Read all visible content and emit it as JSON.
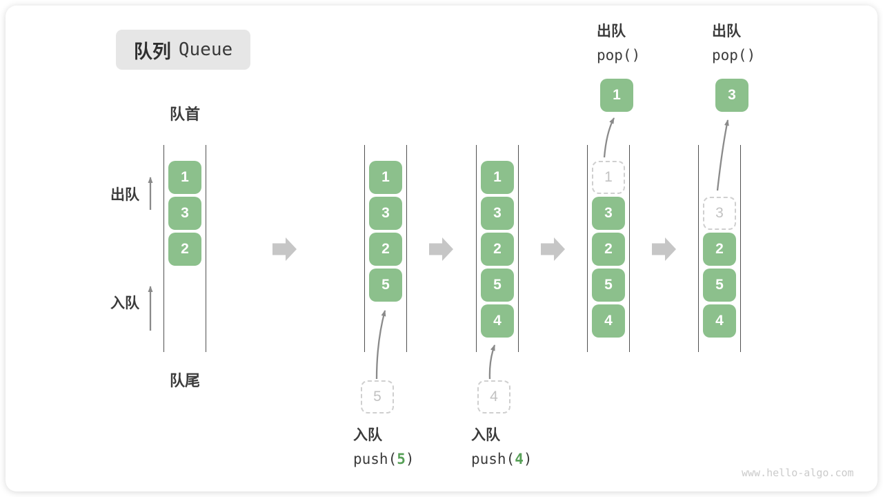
{
  "title": {
    "zh": "队列",
    "en": "Queue"
  },
  "labels": {
    "front": "队首",
    "rear": "队尾",
    "dequeue": "出队",
    "enqueue": "入队"
  },
  "columns": {
    "c1": {
      "cells": [
        "1",
        "3",
        "2"
      ]
    },
    "c2": {
      "cells": [
        "1",
        "3",
        "2",
        "5"
      ],
      "ghost": "5"
    },
    "c3": {
      "cells": [
        "1",
        "3",
        "2",
        "5",
        "4"
      ],
      "ghost": "4"
    },
    "c4": {
      "cells": [
        "3",
        "2",
        "5",
        "4"
      ],
      "ghost": "1",
      "popped": "1"
    },
    "c5": {
      "cells": [
        "2",
        "5",
        "4"
      ],
      "ghost": "3",
      "popped": "3"
    }
  },
  "operations": {
    "push5": {
      "label": "入队",
      "code_pre": "push(",
      "arg": "5",
      "code_post": ")"
    },
    "push4": {
      "label": "入队",
      "code_pre": "push(",
      "arg": "4",
      "code_post": ")"
    },
    "pop1": {
      "label": "出队",
      "code": "pop()"
    },
    "pop2": {
      "label": "出队",
      "code": "pop()"
    }
  },
  "watermark": "www.hello-algo.com",
  "colors": {
    "cell_green": "#8cc08c",
    "code_arg_green": "#57a057",
    "thin_arrow_gray": "#8a8a8a",
    "block_arrow_gray": "#c6c6c6",
    "rail_gray": "#4f4f4f",
    "ghost_border_gray": "#cfcfcf",
    "title_bg": "#e6e6e6"
  }
}
